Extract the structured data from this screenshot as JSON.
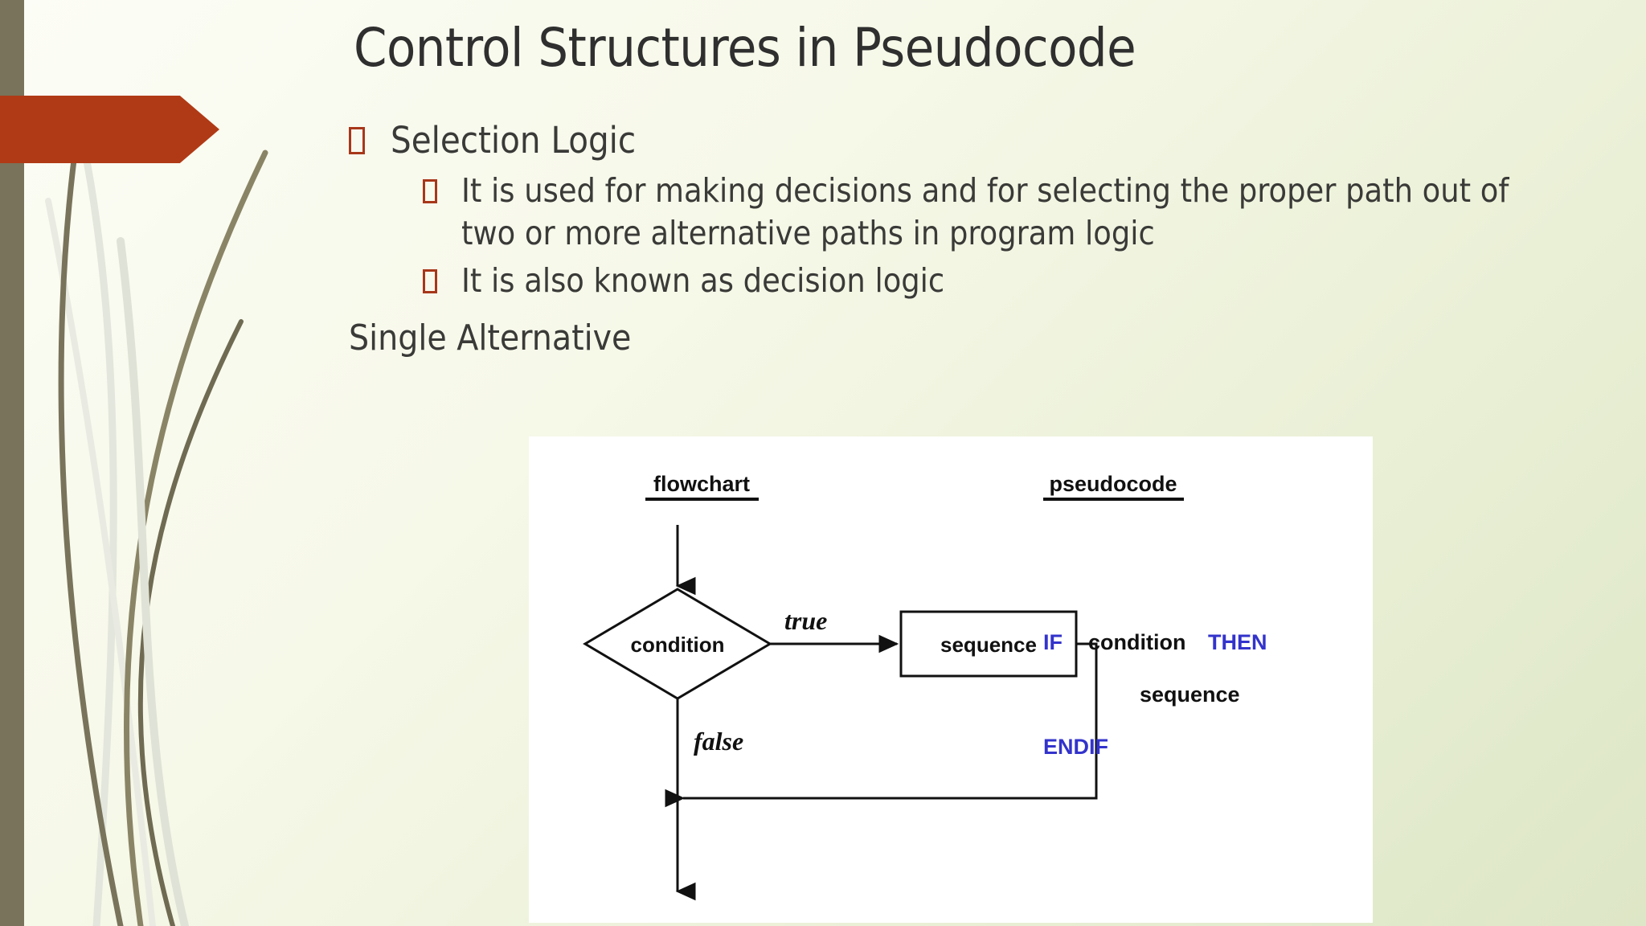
{
  "slide": {
    "title": "Control Structures in Pseudocode",
    "theme": {
      "accent_red": "#b03a16",
      "left_bar_olive": "#78735a",
      "bullet_red": "#a8371a",
      "body_text": "#3a3a38",
      "background_top_left": "#fcfdf6",
      "background_bottom_right": "#dde6c6",
      "pseudocode_keyword_blue": "#3333cc"
    },
    "bullets": [
      {
        "level": 1,
        "glyph": "missing-glyph-box",
        "text": "Selection Logic"
      },
      {
        "level": 2,
        "glyph": "missing-glyph-box",
        "text": "It is used for making decisions and for selecting the proper path out of two or more alternative paths in program logic"
      },
      {
        "level": 2,
        "glyph": "missing-glyph-box",
        "text": "It is also known as decision logic"
      }
    ],
    "plain_line": "Single Alternative"
  },
  "diagram": {
    "headings": {
      "flowchart": "flowchart",
      "pseudocode": "pseudocode"
    },
    "flowchart": {
      "decision_label": "condition",
      "process_label": "sequence",
      "branch_true": "true",
      "branch_false": "false"
    },
    "pseudocode": {
      "lines": [
        {
          "keyword_start": "IF",
          "plain": "condition",
          "keyword_end": "THEN"
        },
        {
          "plain": "sequence"
        },
        {
          "keyword_start": "ENDIF"
        }
      ],
      "if_keyword": "IF",
      "condition_word": "condition",
      "then_keyword": "THEN",
      "sequence_word": "sequence",
      "endif_keyword": "ENDIF"
    }
  }
}
